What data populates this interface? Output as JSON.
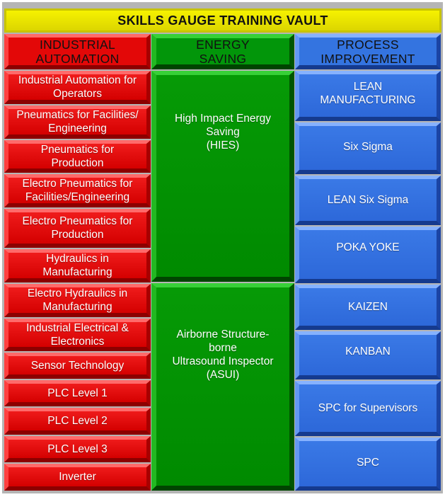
{
  "title": "SKILLS GAUGE TRAINING VAULT",
  "columns": [
    {
      "header": [
        "INDUSTRIAL",
        "AUTOMATION"
      ],
      "items": [
        [
          "Industrial Automation for",
          "Operators"
        ],
        [
          "Pneumatics for Facilities/",
          "Engineering"
        ],
        [
          "Pneumatics for",
          "Production"
        ],
        [
          "Electro Pneumatics for",
          "Facilities/Engineering"
        ],
        [
          "Electro Pneumatics for",
          "Production"
        ],
        [
          "Hydraulics in",
          "Manufacturing"
        ],
        [
          "Electro Hydraulics in",
          "Manufacturing"
        ],
        [
          "Industrial Electrical &",
          "Electronics"
        ],
        [
          "Sensor Technology"
        ],
        [
          "PLC Level 1"
        ],
        [
          "PLC Level 2"
        ],
        [
          "PLC Level 3"
        ],
        [
          "Inverter"
        ]
      ]
    },
    {
      "header": [
        "ENERGY",
        "SAVING"
      ],
      "items": [
        [
          "High Impact Energy",
          "Saving",
          "(HIES)"
        ],
        [
          "Airborne Structure-borne",
          "Ultrasound Inspector",
          "(ASUI)"
        ]
      ]
    },
    {
      "header": [
        "PROCESS",
        "IMPROVEMENT"
      ],
      "items": [
        [
          "LEAN MANUFACTURING"
        ],
        [
          "Six Sigma"
        ],
        [
          "LEAN Six Sigma"
        ],
        [
          "POKA YOKE"
        ],
        [
          "KAIZEN"
        ],
        [
          "KANBAN"
        ],
        [
          "SPC for Supervisors"
        ],
        [
          "SPC"
        ]
      ]
    }
  ],
  "colors": {
    "title": "#f0ec00",
    "industrial": "#e30808",
    "energy": "#02960a",
    "process": "#3474e0"
  }
}
